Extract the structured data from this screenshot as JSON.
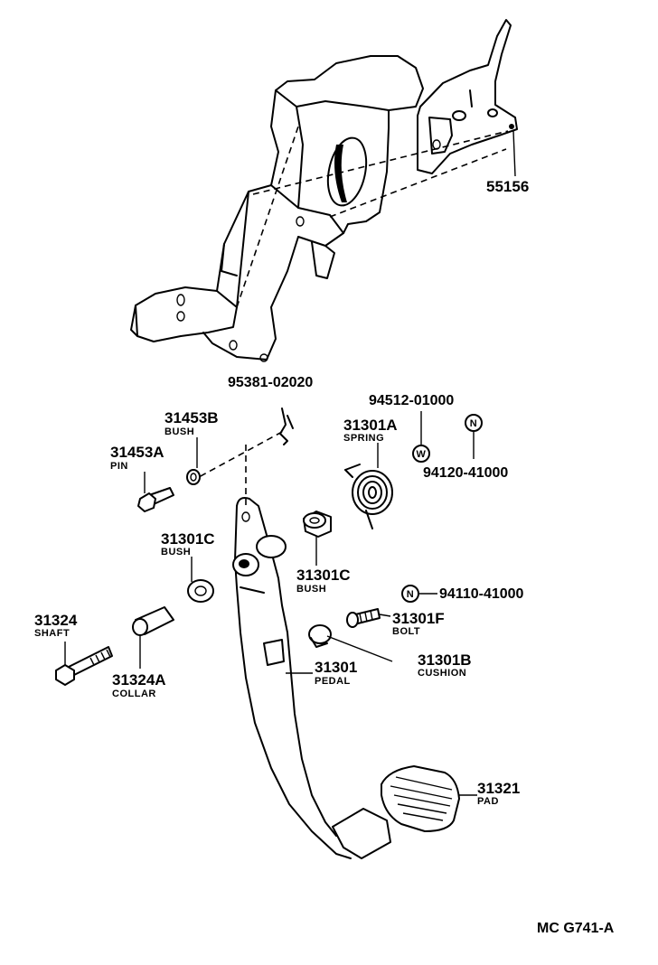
{
  "parts": {
    "p55156": "55156",
    "p95381": "95381-02020",
    "p94512": "94512-01000",
    "p31301A": "31301A",
    "p31301A_desc": "SPRING",
    "p31453B": "31453B",
    "p31453B_desc": "BUSH",
    "p31453A": "31453A",
    "p31453A_desc": "PIN",
    "p94120": "94120-41000",
    "p31301C_left": "31301C",
    "p31301C_left_desc": "BUSH",
    "p31301C_right": "31301C",
    "p31301C_right_desc": "BUSH",
    "p94110": "94110-41000",
    "p31301F": "31301F",
    "p31301F_desc": "BOLT",
    "p31324": "31324",
    "p31324_desc": "SHAFT",
    "p31324A": "31324A",
    "p31324A_desc": "COLLAR",
    "p31301": "31301",
    "p31301_desc": "PEDAL",
    "p31301B": "31301B",
    "p31301B_desc": "CUSHION",
    "p31321": "31321",
    "p31321_desc": "PAD"
  },
  "symbols": {
    "w_marker": "W",
    "n_marker_upper": "N",
    "n_marker_lower": "N"
  },
  "footer": {
    "code": "MC G741-A"
  }
}
